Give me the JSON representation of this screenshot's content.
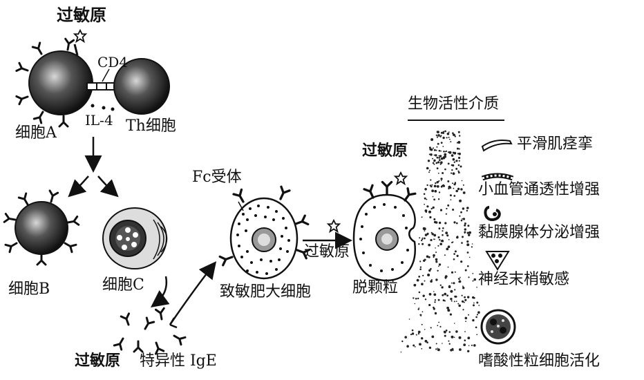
{
  "labels": {
    "allergen_top": "过敏原",
    "cd4": "CD4",
    "il4": "IL-4",
    "cell_a": "细胞A",
    "th_cell": "Th细胞",
    "cell_b": "细胞B",
    "cell_c": "细胞C",
    "allergen_bottom": "过敏原",
    "specific_ige": "特异性 IgE",
    "fc_receptor": "Fc受体",
    "sensitized_mast_cell": "致敏肥大细胞",
    "allergen_arrow": "过敏原",
    "allergen_right": "过敏原",
    "degranulation": "脱颗粒",
    "mediators_title": "生物活性介质"
  },
  "effects": [
    {
      "icon": "smooth-muscle-icon",
      "text": "平滑肌痉挛"
    },
    {
      "icon": "blood-vessel-icon",
      "text": "小血管通透性增强"
    },
    {
      "icon": "gland-icon",
      "text": "黏膜腺体分泌增强"
    },
    {
      "icon": "nerve-ending-icon",
      "text": "神经末梢敏感"
    },
    {
      "icon": "eosinophil-icon",
      "text": "嗜酸性粒细胞活化"
    }
  ]
}
